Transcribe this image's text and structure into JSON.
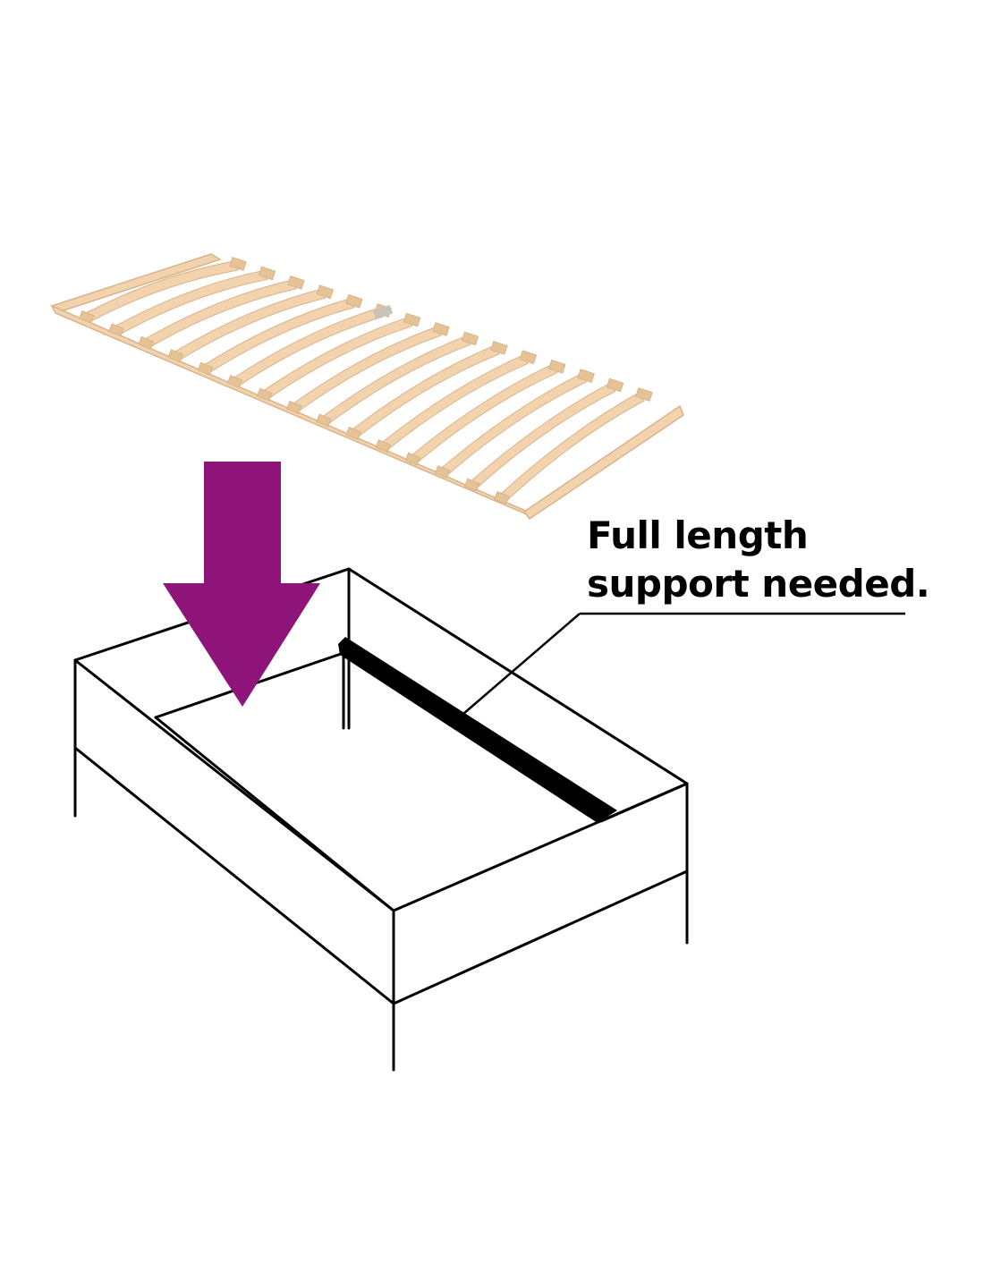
{
  "callout": {
    "line1": "Full length",
    "line2": "support needed."
  },
  "colors": {
    "arrow": "#8e1479",
    "wood": "#f3d3ad",
    "wood_edge": "#d9b48a",
    "outline": "#000000",
    "support_beam": "#000000"
  },
  "icons": {
    "slatted-frame": "wooden slatted bed base",
    "down-arrow": "downward arrow",
    "bed-frame": "bed frame outline"
  }
}
